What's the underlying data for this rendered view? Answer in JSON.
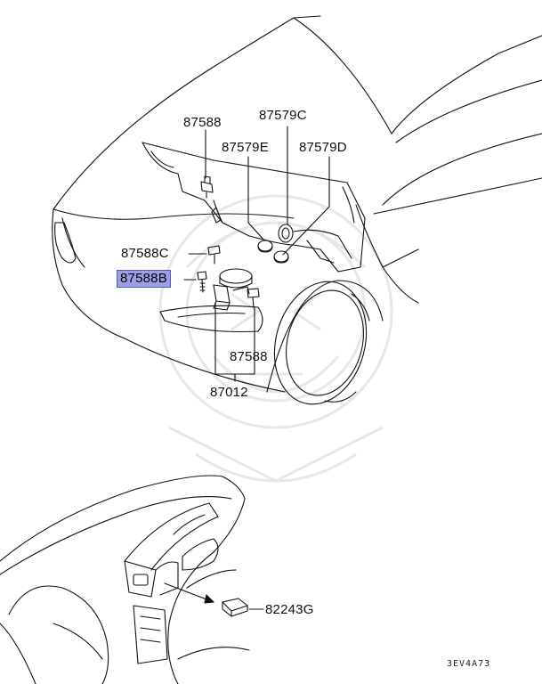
{
  "callouts": {
    "p87588_top": "87588",
    "p87579c": "87579C",
    "p87579e": "87579E",
    "p87579d": "87579D",
    "p87588c": "87588C",
    "p87588b": "87588B",
    "p87588_lower": "87588",
    "p87012": "87012",
    "p82243g": "82243G"
  },
  "drawing_code": "3EV4A73",
  "highlight_color": "#9d9fe6",
  "line_color": "#111111"
}
